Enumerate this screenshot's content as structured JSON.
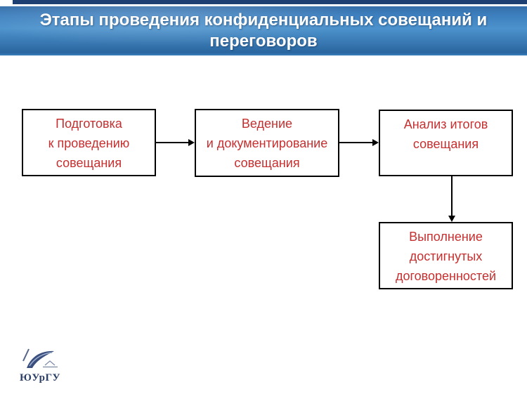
{
  "header": {
    "title": "Этапы проведения конфиденциальных совещаний и\nпереговоров"
  },
  "diagram": {
    "preparation": {
      "label": "Подготовка\nк проведению\nсовещания"
    },
    "conduct": {
      "label": "Ведение\nи документирование\nсовещания"
    },
    "analysis": {
      "label": "Анализ итогов\nсовещания"
    },
    "implementation": {
      "label": "Выполнение\nдостигнутых\nдоговоренностей"
    }
  },
  "footer": {
    "logo_text": "ЮУрГУ"
  },
  "colors": {
    "top_strip": "#1e3f71",
    "banner_top": "#356ea9",
    "banner_mid": "#4c92cc",
    "banner_bottom": "#2a669f",
    "title_text": "#ffffff",
    "box_text": "#c52f2f",
    "box_border": "#000000",
    "logo_navy": "#2b3e66"
  }
}
